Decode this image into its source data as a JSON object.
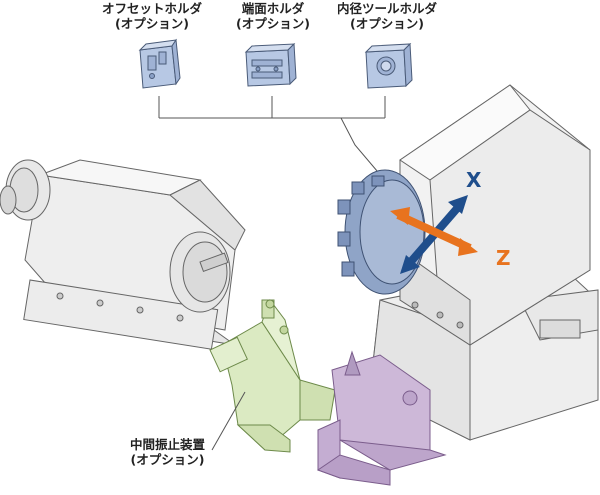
{
  "holders": [
    {
      "name": "オフセットホルダ",
      "note": "(オプション)"
    },
    {
      "name": "端面ホルダ",
      "note": "(オプション)"
    },
    {
      "name": "内径ツールホルダ",
      "note": "(オプション)"
    }
  ],
  "steady_rest": {
    "name": "中間振止装置",
    "note": "(オプション)"
  },
  "axes": {
    "x": "X",
    "z": "Z"
  },
  "colors": {
    "axis_x": "#1f4e8c",
    "axis_z": "#e8731e",
    "holder": "#b7c8e4",
    "steady_rest": "#dbeac2",
    "tailstock": "#cdb8d8",
    "turret_disc": "#8fa4c7",
    "machine": "#f2f2f2"
  }
}
